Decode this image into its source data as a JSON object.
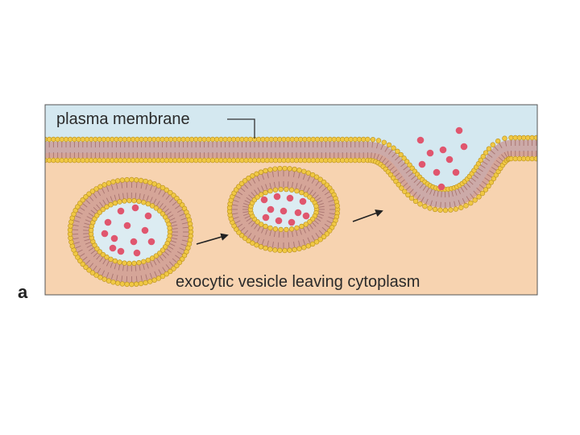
{
  "panel_letter": "a",
  "labels": {
    "membrane": "plasma membrane",
    "vesicle": "exocytic vesicle leaving cytoplasm"
  },
  "colors": {
    "extracellular": "#d4e8f0",
    "cytoplasm": "#f7d3b0",
    "lipid_head": "#f0c845",
    "lipid_head_outline": "#b88f1a",
    "lipid_tail": "#c99590",
    "vesicle_lumen": "#dcecf2",
    "cargo": "#e0566e",
    "arrow": "#222222",
    "frame": "#555555"
  },
  "structures": [
    "plasma-membrane",
    "vesicle-in-cytoplasm",
    "vesicle-approaching-membrane",
    "vesicle-fused-with-membrane",
    "released-cargo-molecules"
  ],
  "icons": [
    "arrow-right-icon",
    "arrow-right-icon"
  ]
}
